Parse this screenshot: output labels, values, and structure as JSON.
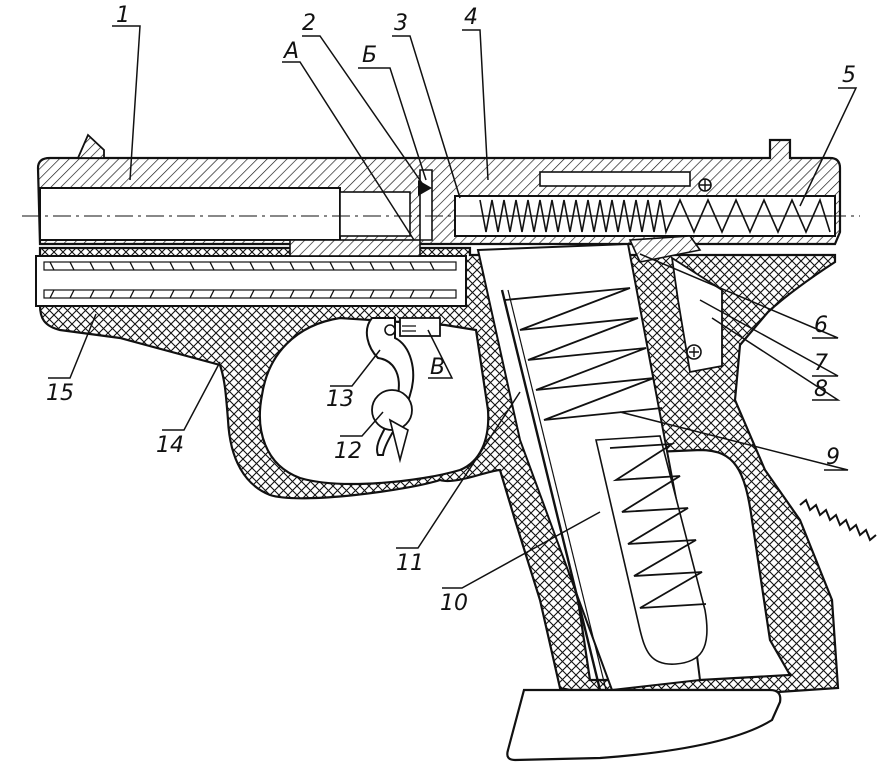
{
  "labels": {
    "n1": "1",
    "n2": "2",
    "n3": "3",
    "n4": "4",
    "n5": "5",
    "n6": "6",
    "n7": "7",
    "n8": "8",
    "n9": "9",
    "n10": "10",
    "n11": "11",
    "n12": "12",
    "n13": "13",
    "n14": "14",
    "n15": "15",
    "A": "А",
    "B": "Б",
    "V": "В"
  }
}
